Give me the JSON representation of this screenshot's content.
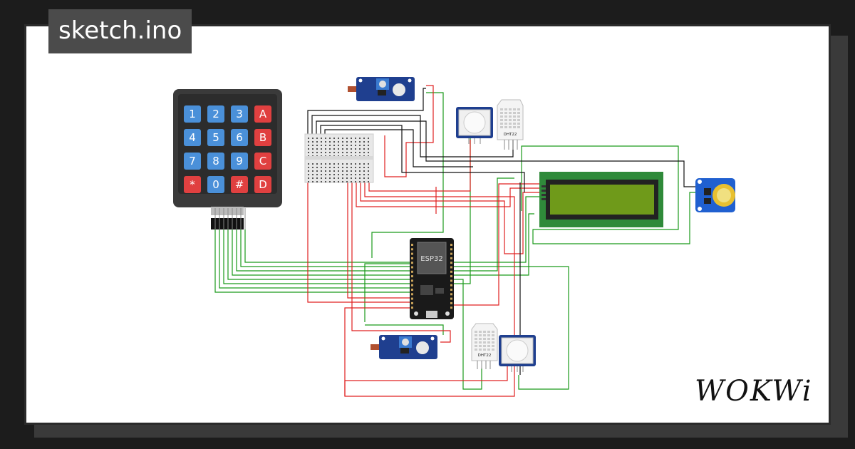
{
  "window": {
    "title": "sketch.ino"
  },
  "keypad": {
    "keys": [
      [
        "1",
        "2",
        "3",
        "A"
      ],
      [
        "4",
        "5",
        "6",
        "B"
      ],
      [
        "7",
        "8",
        "9",
        "C"
      ],
      [
        "*",
        "0",
        "#",
        "D"
      ]
    ]
  },
  "esp32": {
    "label": "ESP32"
  },
  "dht22": {
    "label": "DHT22"
  },
  "branding": {
    "logo": "WOKWi"
  },
  "colors": {
    "wire_red": "#e02020",
    "wire_green": "#1a9a1a",
    "wire_black": "#111111",
    "key_blue": "#4a90d9",
    "key_red": "#e04040",
    "lcd_green": "#4a8c2a",
    "lcd_screen": "#7a9a20",
    "module_blue": "#1f3f8f"
  }
}
